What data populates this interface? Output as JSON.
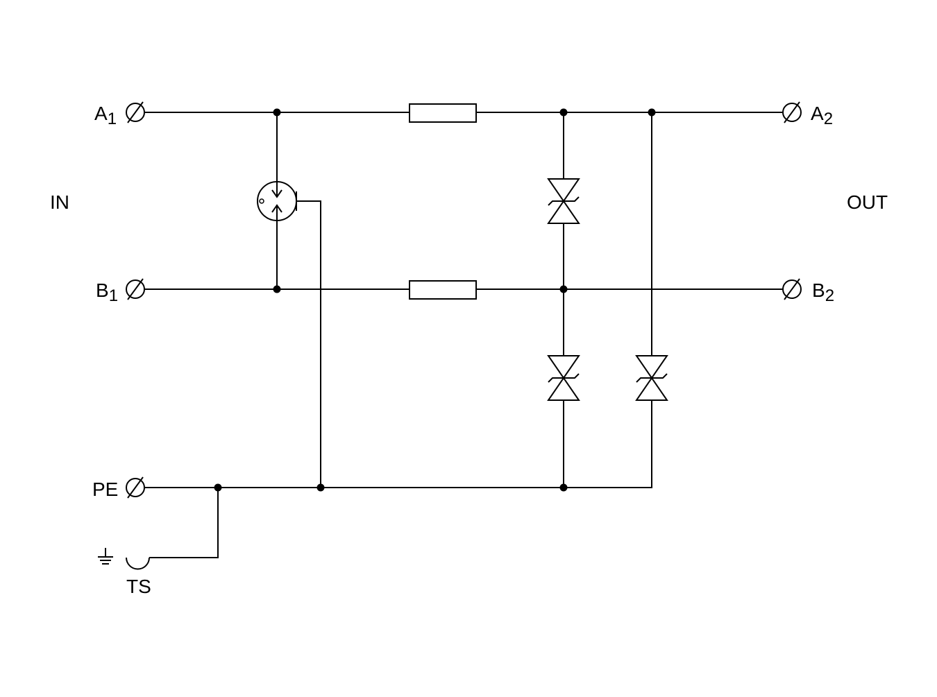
{
  "labels": {
    "a1": "A",
    "a1_sub": "1",
    "b1": "B",
    "b1_sub": "1",
    "pe": "PE",
    "ts": "TS",
    "in": "IN",
    "out": "OUT",
    "a2": "A",
    "a2_sub": "2",
    "b2": "B",
    "b2_sub": "2"
  },
  "colors": {
    "line": "#000000",
    "background": "#ffffff"
  },
  "icons": [
    "terminal-icon",
    "resistor-icon",
    "gas-discharge-tube-icon",
    "tvs-diode-icon",
    "earth-ground-icon",
    "ts-rail-icon"
  ]
}
